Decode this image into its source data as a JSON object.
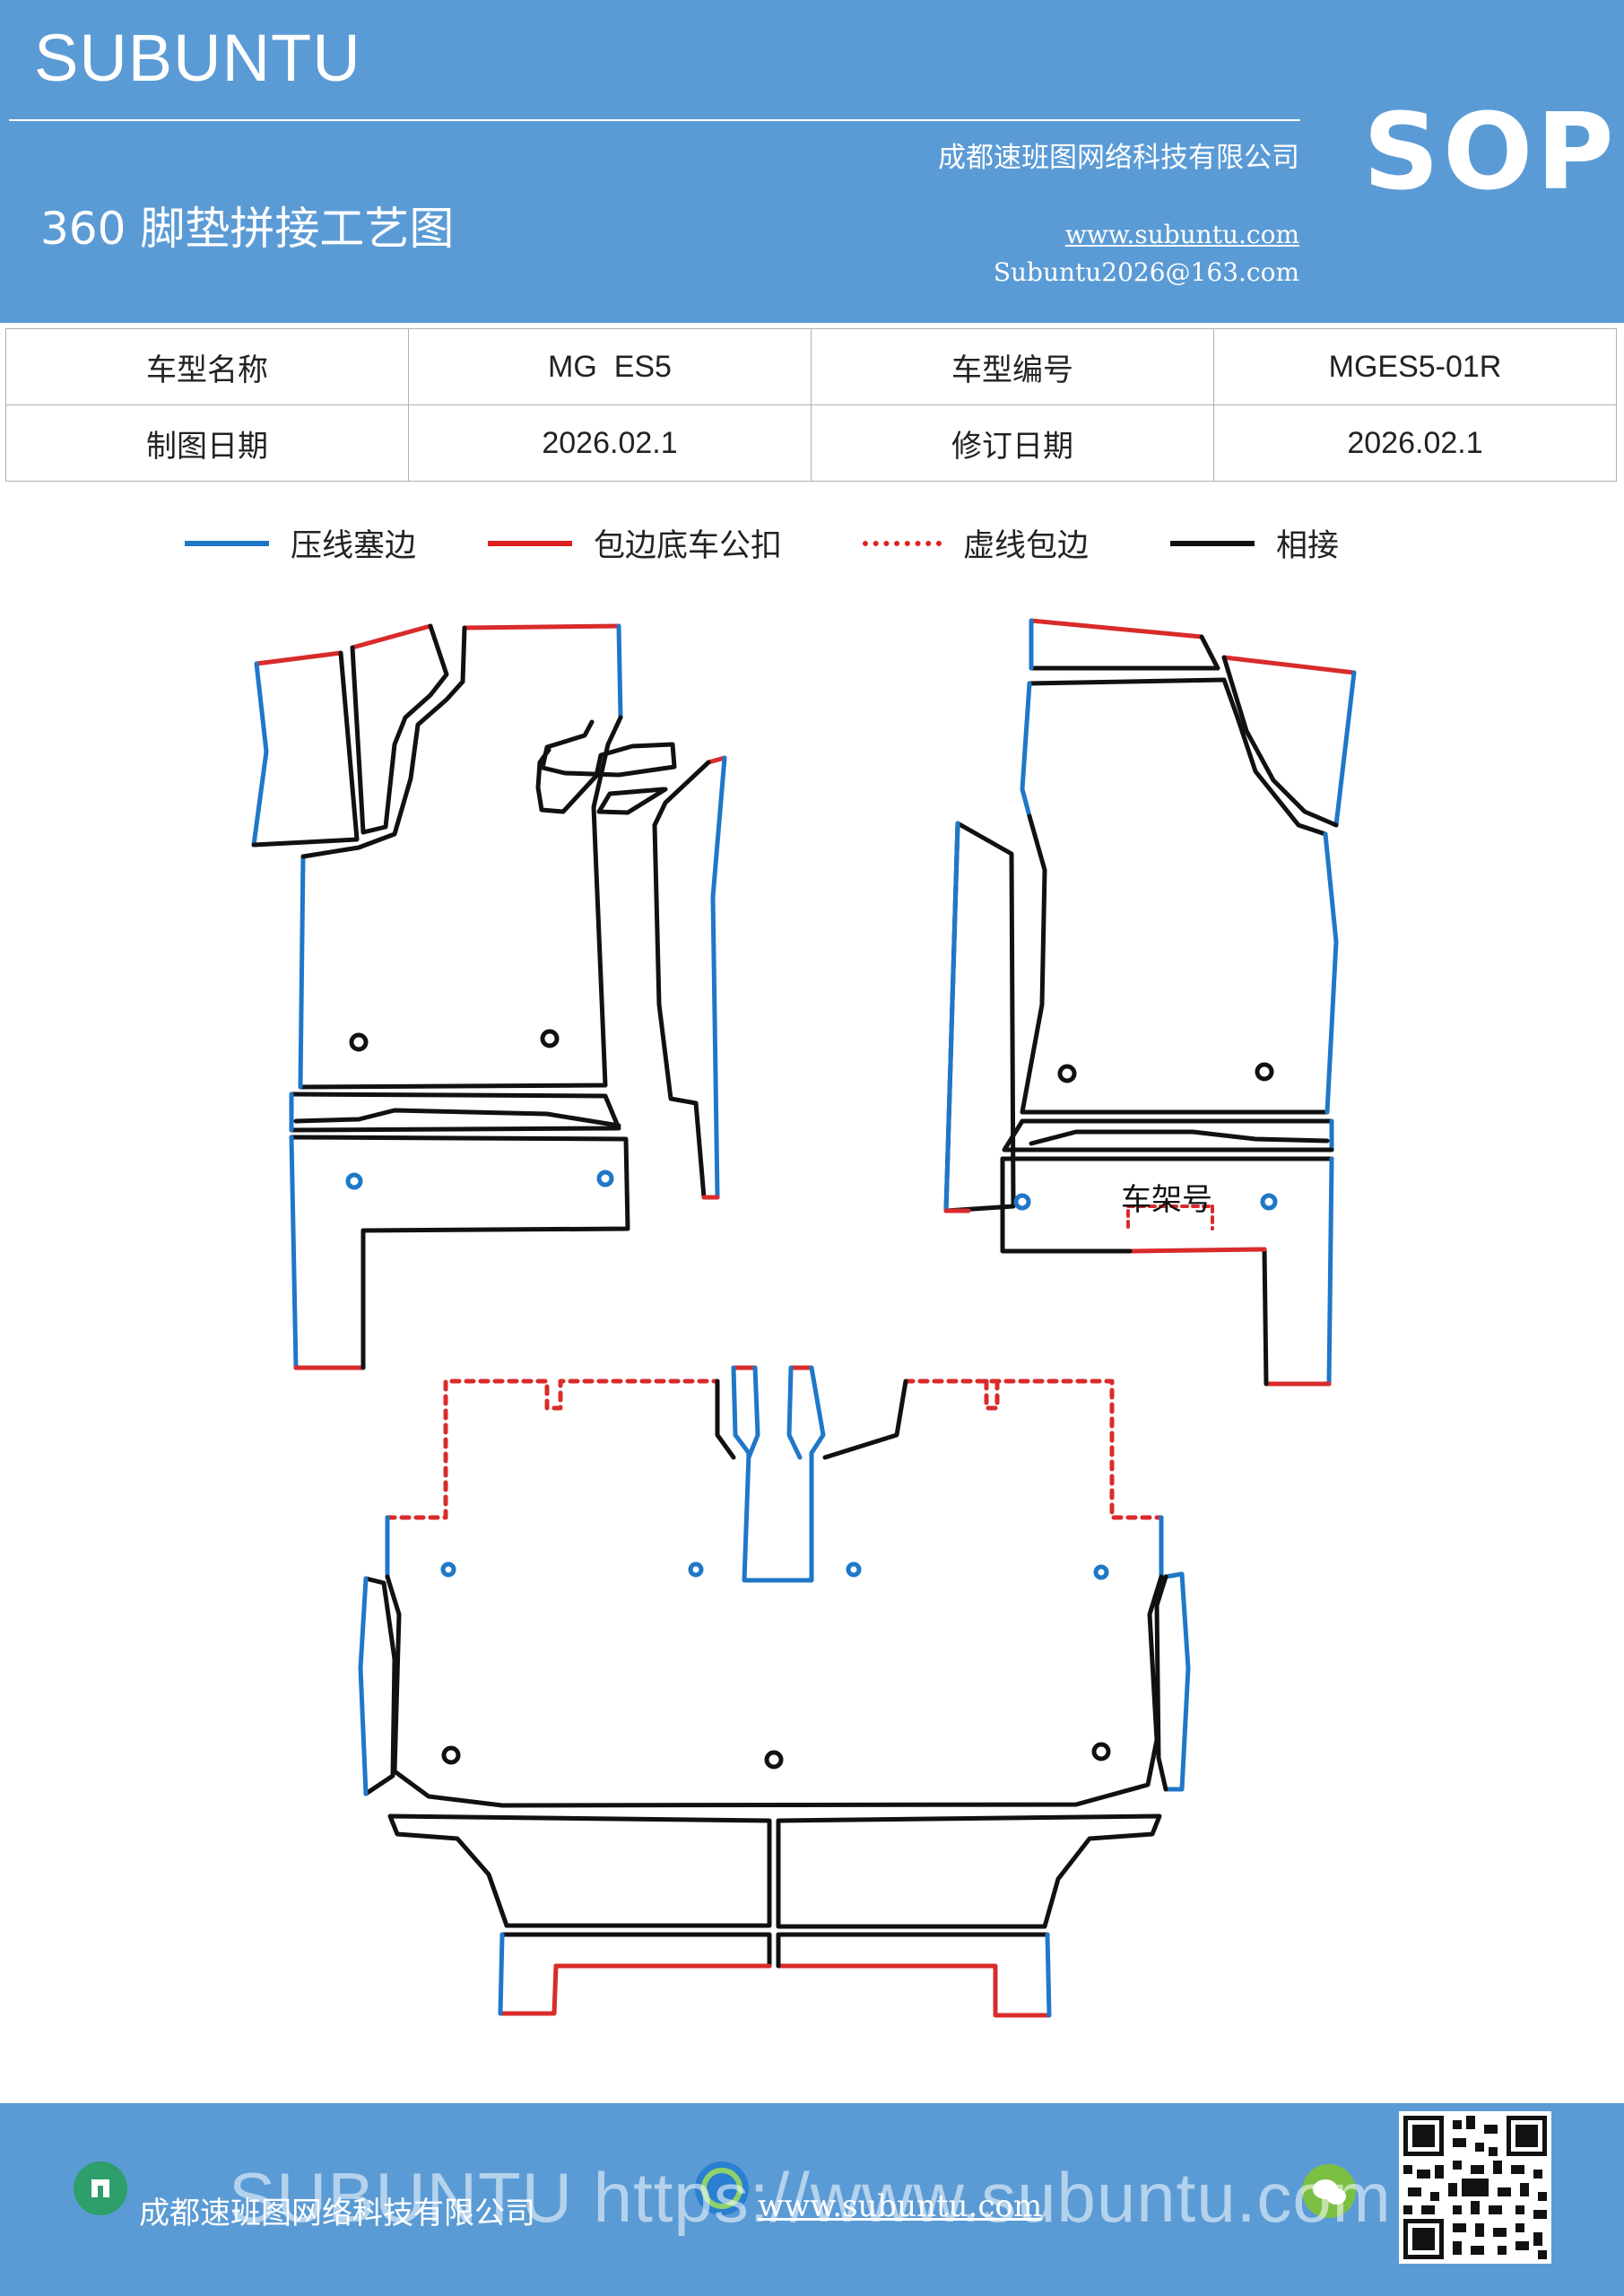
{
  "header": {
    "brand": "SUBUNTU",
    "title": "360 脚垫拼接工艺图",
    "company": "成都速班图网络科技有限公司",
    "website": "www.subuntu.com",
    "email": "Subuntu2026@163.com",
    "badge": "SOP"
  },
  "info_table": {
    "rows": [
      [
        {
          "label": "车型名称",
          "value": "MG  ES5"
        },
        {
          "label": "车型编号",
          "value": "MGES5-01R"
        }
      ],
      [
        {
          "label": "制图日期",
          "value": "2026.02.1"
        },
        {
          "label": "修订日期",
          "value": "2026.02.1"
        }
      ]
    ]
  },
  "legend": [
    {
      "label": "压线塞边",
      "color": "#1f77c8",
      "style": "solid"
    },
    {
      "label": "包边底车公扣",
      "color": "#e02020",
      "style": "solid"
    },
    {
      "label": "虚线包边",
      "color": "#e02020",
      "style": "dashed"
    },
    {
      "label": "相接",
      "color": "#111111",
      "style": "solid"
    }
  ],
  "diagram": {
    "frame_label": "车架号",
    "colors": {
      "blue": "#1f77c8",
      "red": "#d92b2b",
      "black": "#111111"
    }
  },
  "footer": {
    "company": "成都速班图网络科技有限公司",
    "website": "www.subuntu.com",
    "watermark": "SUBUNTU https://www.subuntu.com",
    "colors": {
      "company_icon": "#2e9e6a",
      "web_icon": "#2a7fd0",
      "wechat_icon": "#7bc043"
    }
  }
}
